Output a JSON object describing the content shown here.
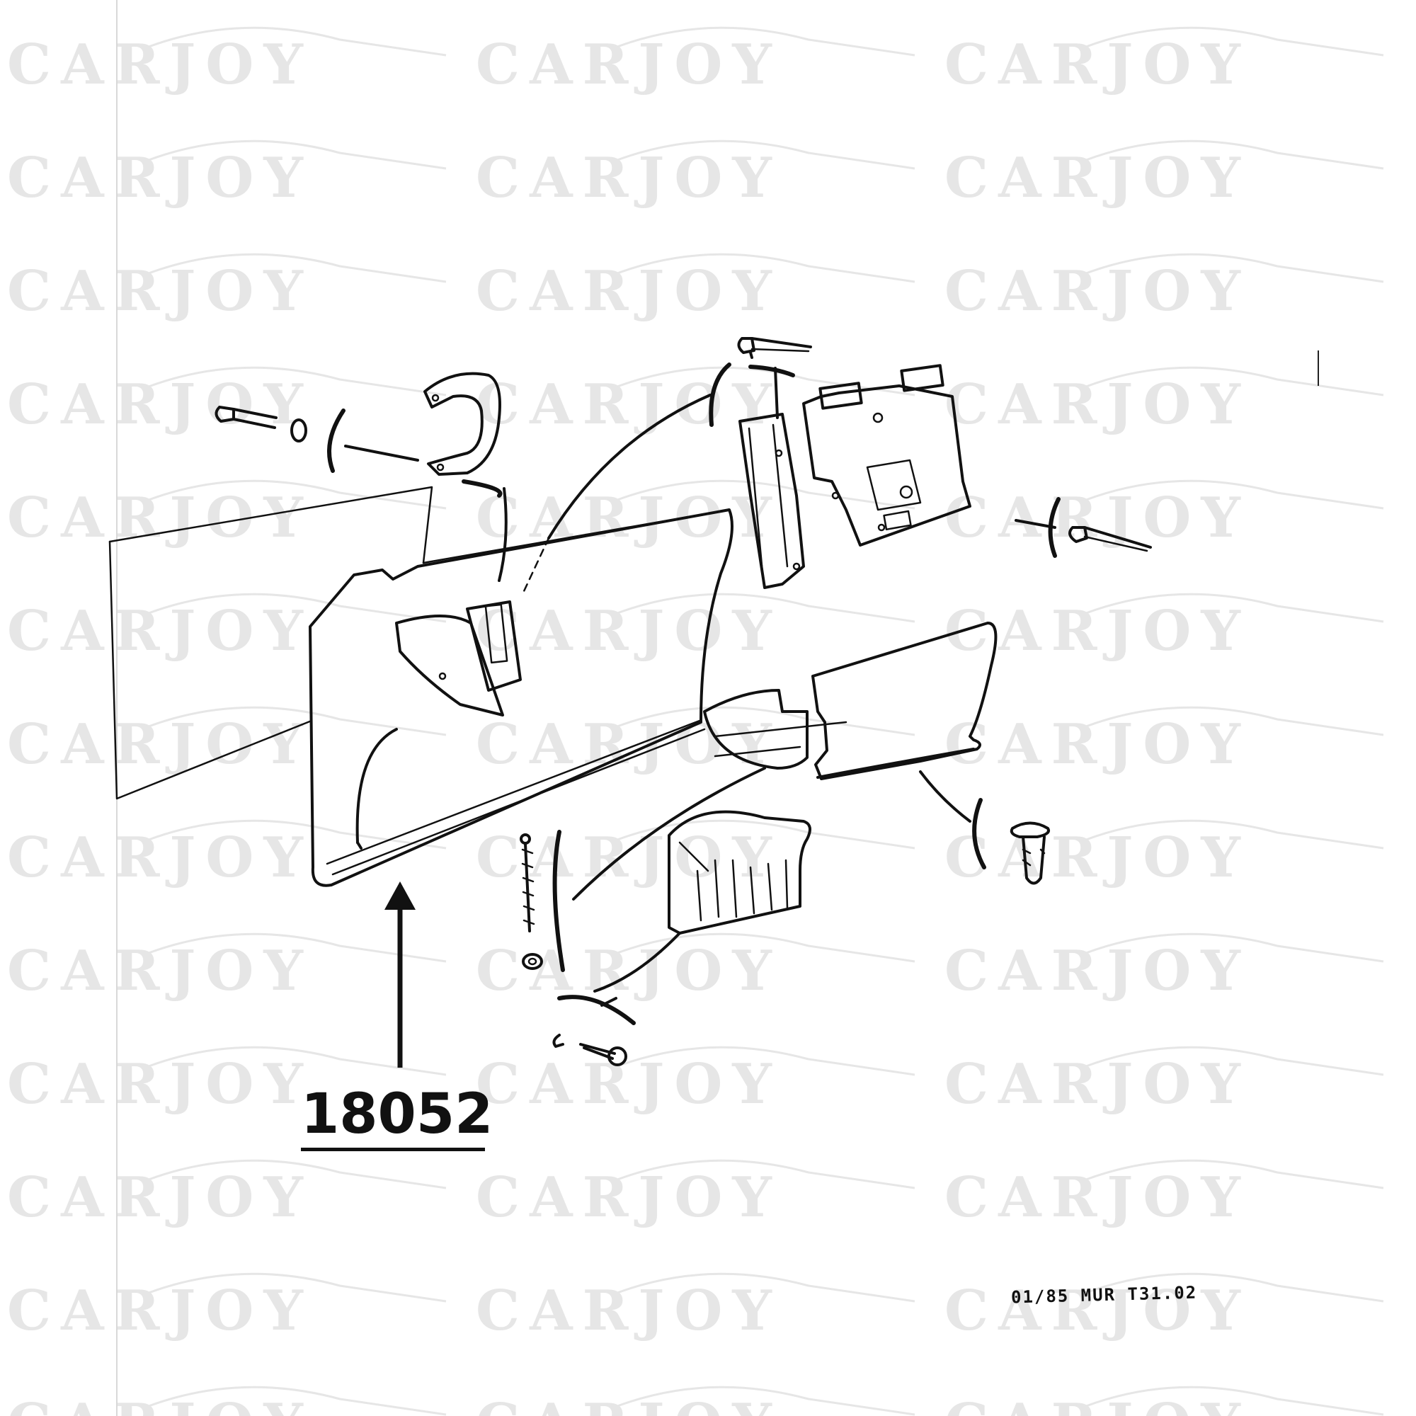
{
  "watermark": {
    "text": "CARJOY"
  },
  "diagram": {
    "type": "exploded-parts-view"
  },
  "callout": {
    "part_number": "18052"
  },
  "footer": {
    "reference_code": "01/85 MUR T31.02"
  },
  "colors": {
    "ink": "#111111",
    "watermark": "#e6e6e6",
    "background": "#ffffff"
  }
}
